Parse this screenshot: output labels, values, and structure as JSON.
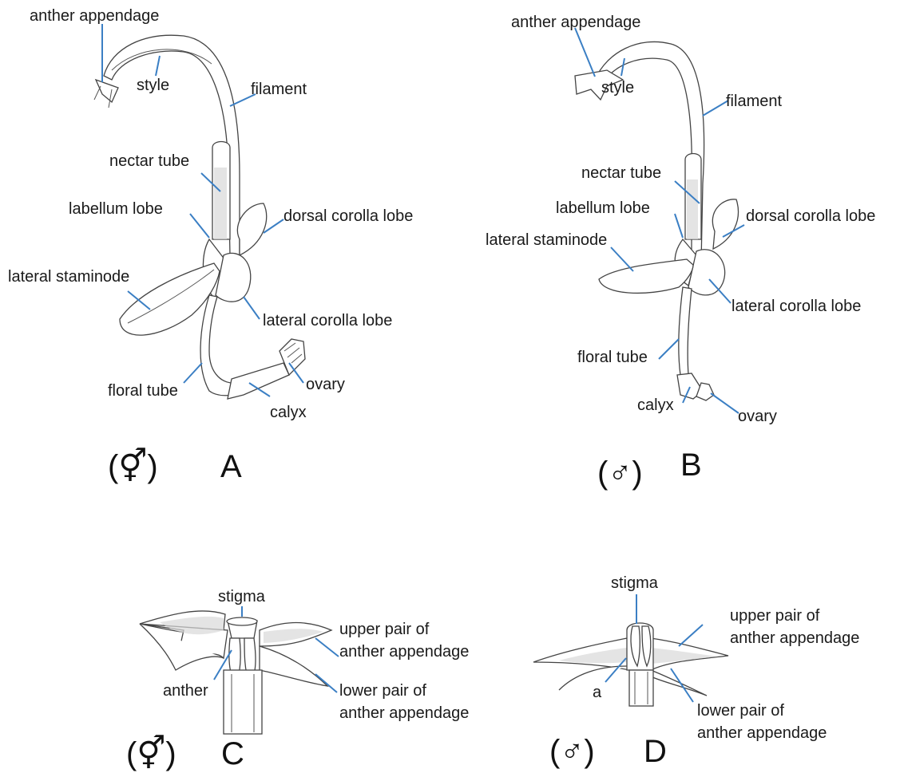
{
  "panels": {
    "A": {
      "letter": "A",
      "sex_symbol": "(⚥)",
      "labels": {
        "anther_appendage": "anther appendage",
        "style": "style",
        "filament": "filament",
        "nectar_tube": "nectar tube",
        "labellum_lobe": "labellum lobe",
        "dorsal_corolla_lobe": "dorsal corolla lobe",
        "lateral_staminode": "lateral staminode",
        "lateral_corolla_lobe": "lateral corolla lobe",
        "floral_tube": "floral tube",
        "ovary": "ovary",
        "calyx": "calyx"
      }
    },
    "B": {
      "letter": "B",
      "sex_symbol": "(♂)",
      "labels": {
        "anther_appendage": "anther appendage",
        "style": "style",
        "filament": "filament",
        "nectar_tube": "nectar tube",
        "labellum_lobe": "labellum lobe",
        "dorsal_corolla_lobe": "dorsal corolla lobe",
        "lateral_staminode": "lateral staminode",
        "lateral_corolla_lobe": "lateral corolla lobe",
        "floral_tube": "floral tube",
        "calyx": "calyx",
        "ovary": "ovary"
      }
    },
    "C": {
      "letter": "C",
      "sex_symbol": "(⚥)",
      "labels": {
        "stigma": "stigma",
        "upper_pair_1": "upper pair of",
        "upper_pair_2": "anther appendage",
        "anther": "anther",
        "lower_pair_1": "lower pair of",
        "lower_pair_2": "anther appendage"
      }
    },
    "D": {
      "letter": "D",
      "sex_symbol": "(♂)",
      "labels": {
        "stigma": "stigma",
        "upper_pair_1": "upper pair of",
        "upper_pair_2": "anther appendage",
        "a": "a",
        "lower_pair_1": "lower pair of",
        "lower_pair_2": "anther appendage"
      }
    }
  },
  "colors": {
    "leader_line": "#3b7fc4",
    "ink": "#444444",
    "text": "#1a1a1a"
  }
}
